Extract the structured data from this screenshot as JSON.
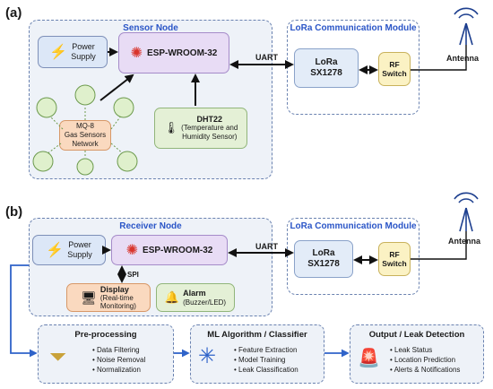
{
  "panel_a": {
    "label": "(a)",
    "sensor_node_title": "Sensor Node",
    "power_supply": "Power\nSupply",
    "esp_label": "ESP-WROOM-32",
    "gas_network": "MQ-8\nGas Sensors\nNetwork",
    "dht_title": "DHT22",
    "dht_sub": "(Temperature and\nHumidity Sensor)",
    "uart": "UART",
    "lora_module_title": "LoRa Communication Module",
    "lora": "LoRa\nSX1278",
    "rf_switch": "RF\nSwitch",
    "antenna": "Antenna"
  },
  "panel_b": {
    "label": "(b)",
    "receiver_node_title": "Receiver Node",
    "power_supply": "Power\nSupply",
    "esp_label": "ESP-WROOM-32",
    "spi": "SPI",
    "display_title": "Display",
    "display_sub": "(Real-time\nMonitoring)",
    "alarm_title": "Alarm",
    "alarm_sub": "(Buzzer/LED)",
    "uart": "UART",
    "lora_module_title": "LoRa Communication Module",
    "lora": "LoRa\nSX1278",
    "rf_switch": "RF\nSwitch",
    "antenna": "Antenna",
    "preprocessing": {
      "title": "Pre-processing",
      "items": [
        "Data Filtering",
        "Noise Removal",
        "Normalization"
      ]
    },
    "ml": {
      "title": "ML Algorithm / Classifier",
      "items": [
        "Feature Extraction",
        "Model Training",
        "Leak Classification"
      ]
    },
    "output": {
      "title": "Output / Leak Detection",
      "items": [
        "Leak Status",
        "Location Prediction",
        "Alerts & Notifications"
      ]
    }
  },
  "colors": {
    "accent_title": "#2a55c7",
    "arrow_blue": "#2f63c9",
    "esp_red": "#d9342b"
  }
}
